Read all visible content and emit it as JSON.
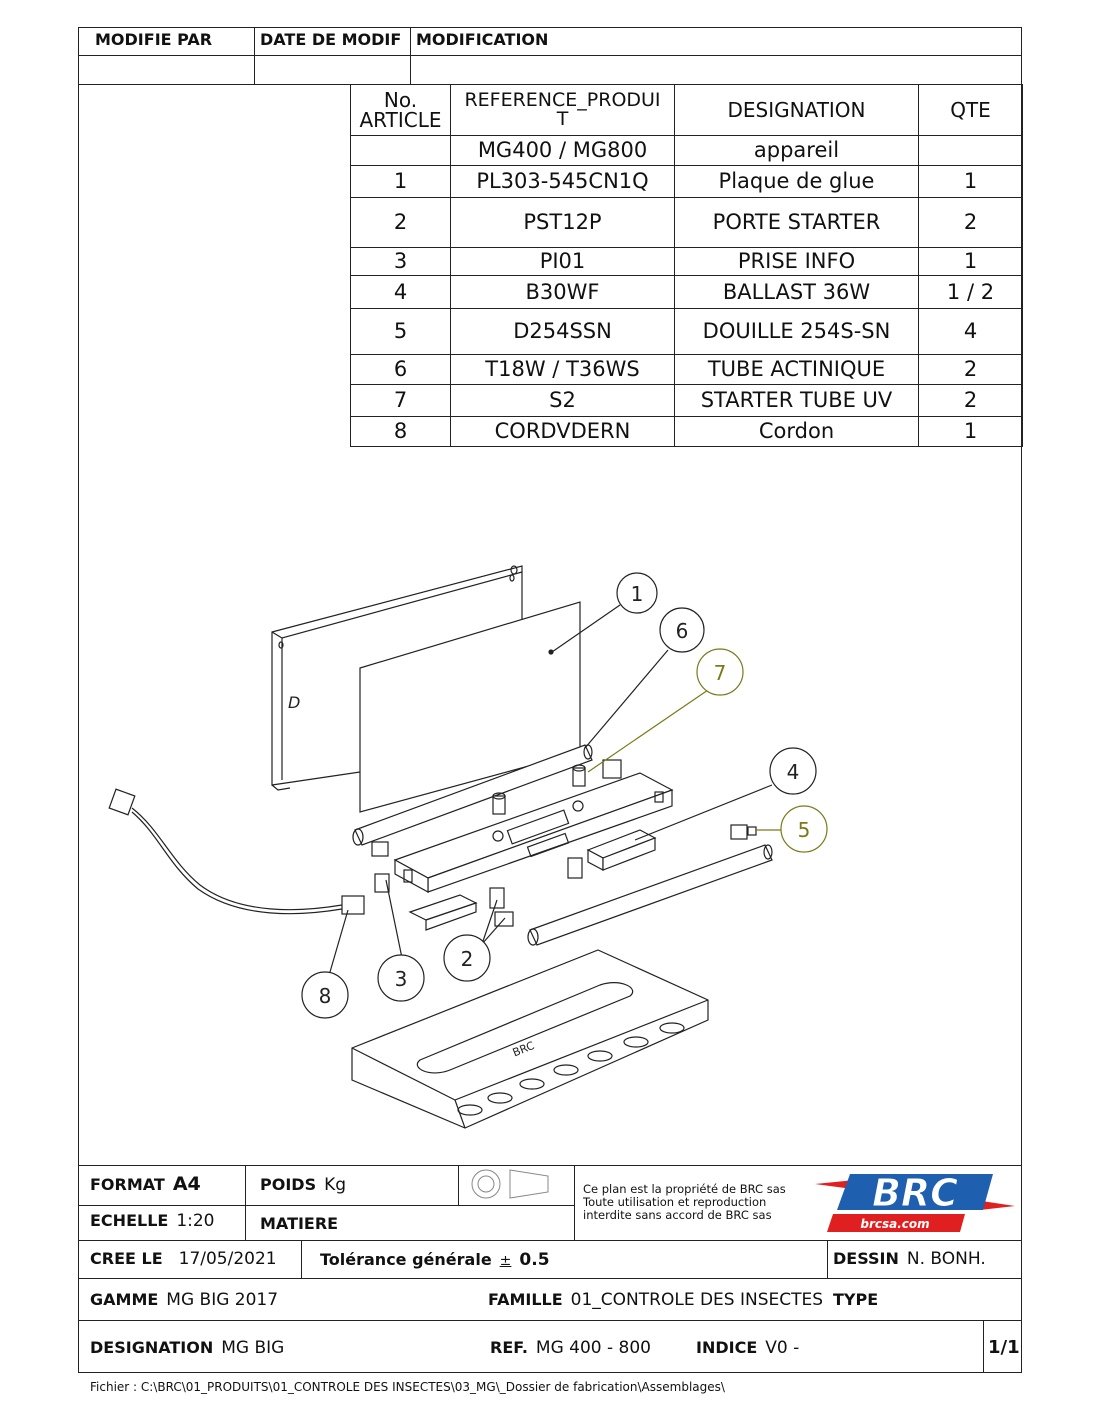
{
  "revision_header": {
    "modifie_par": "MODIFIE PAR",
    "date_de_modif": "DATE DE MODIF",
    "modification": "MODIFICATION"
  },
  "bom": {
    "headers": {
      "no_line1": "No.",
      "no_line2": "ARTICLE",
      "ref_line1": "REFERENCE_PRODUI",
      "ref_line2": "T",
      "designation": "DESIGNATION",
      "qte": "QTE"
    },
    "rows": [
      {
        "no": "",
        "ref": "MG400 / MG800",
        "designation": "appareil",
        "qte": ""
      },
      {
        "no": "1",
        "ref": "PL303-545CN1Q",
        "designation": "Plaque de glue",
        "qte": "1"
      },
      {
        "no": "2",
        "ref": "PST12P",
        "designation": "PORTE STARTER",
        "qte": "2"
      },
      {
        "no": "3",
        "ref": "PI01",
        "designation": "PRISE INFO",
        "qte": "1"
      },
      {
        "no": "4",
        "ref": "B30WF",
        "designation": "BALLAST 36W",
        "qte": "1 / 2"
      },
      {
        "no": "5",
        "ref": "D254SSN",
        "designation": "DOUILLE 254S-SN",
        "qte": "4"
      },
      {
        "no": "6",
        "ref": "T18W  /  T36WS",
        "designation": "TUBE ACTINIQUE",
        "qte": "2"
      },
      {
        "no": "7",
        "ref": "S2",
        "designation": "STARTER TUBE UV",
        "qte": "2"
      },
      {
        "no": "8",
        "ref": "CORDVDERN",
        "designation": "Cordon",
        "qte": "1"
      }
    ]
  },
  "drawing": {
    "balloons": [
      "1",
      "6",
      "7",
      "4",
      "5",
      "2",
      "3",
      "8"
    ],
    "plate_letter": "D",
    "tray_logo": "BRC",
    "colors": {
      "line": "#222222",
      "balloon_highlight": "#7a7a1a"
    }
  },
  "title_block": {
    "format_label": "FORMAT",
    "format_value": "A4",
    "poids_label": "POIDS",
    "poids_value": "Kg",
    "echelle_label": "ECHELLE",
    "echelle_value": "1:20",
    "matiere_label": "MATIERE",
    "matiere_value": "",
    "notice_lines": [
      "Ce plan est la propriété de BRC sas",
      "Toute utilisation et reproduction",
      "interdite sans accord de BRC sas"
    ],
    "logo_text": "BRC",
    "logo_url": "brcsa.com",
    "logo_colors": {
      "blue": "#1f5fb0",
      "red": "#e02020"
    },
    "cree_le_label": "CREE LE",
    "cree_le_value": "17/05/2021",
    "tolerance_label": "Tolérance générale",
    "tolerance_sign": "±",
    "tolerance_value": "0.5",
    "dessin_label": "DESSIN",
    "dessin_value": "N. BONH.",
    "gamme_label": "GAMME",
    "gamme_value": "MG BIG 2017",
    "famille_label": "FAMILLE",
    "famille_value": "01_CONTROLE DES INSECTES",
    "type_label": "TYPE",
    "type_value": "",
    "designation_label": "DESIGNATION",
    "designation_value": "MG BIG",
    "ref_label": "REF.",
    "ref_value": "MG 400 - 800",
    "indice_label": "INDICE",
    "indice_value": "V0  -",
    "sheet": "1/1"
  },
  "footer": {
    "file_path": "Fichier : C:\\BRC\\01_PRODUITS\\01_CONTROLE DES INSECTES\\03_MG\\_Dossier de fabrication\\Assemblages\\"
  }
}
